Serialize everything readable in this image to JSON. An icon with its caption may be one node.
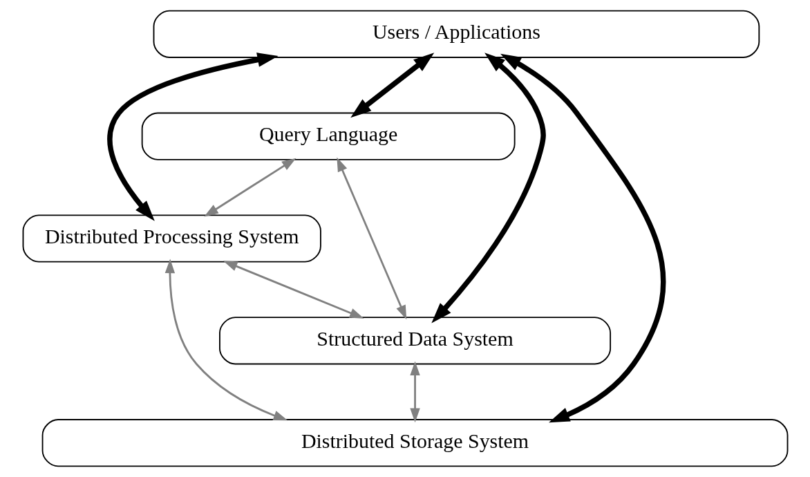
{
  "diagram": {
    "nodes": [
      {
        "text": [
          "Users / Applications"
        ]
      },
      {
        "text": [
          "Query Language"
        ]
      },
      {
        "text": [
          "Distributed Processing System"
        ]
      },
      {
        "text": [
          "Structured Data System"
        ]
      },
      {
        "text": [
          "Distributed Storage System"
        ]
      }
    ],
    "edges": [
      {
        "from": 0,
        "to": 4,
        "arrow": "both",
        "style": "thick",
        "color": "#000000"
      },
      {
        "from": 0,
        "to": 3,
        "arrow": "both",
        "style": "thick",
        "color": "#000000"
      },
      {
        "from": 0,
        "to": 2,
        "arrow": "both",
        "style": "thick",
        "color": "#000000"
      },
      {
        "from": 0,
        "to": 1,
        "arrow": "both",
        "style": "thick",
        "color": "#000000"
      },
      {
        "from": 1,
        "to": 3,
        "arrow": "both"
      },
      {
        "from": 1,
        "to": 2,
        "arrow": "both"
      },
      {
        "from": 2,
        "to": 3,
        "arrow": "both"
      },
      {
        "from": 2,
        "to": 4,
        "arrow": "both"
      },
      {
        "from": 3,
        "to": 4,
        "arrow": "both"
      }
    ]
  }
}
